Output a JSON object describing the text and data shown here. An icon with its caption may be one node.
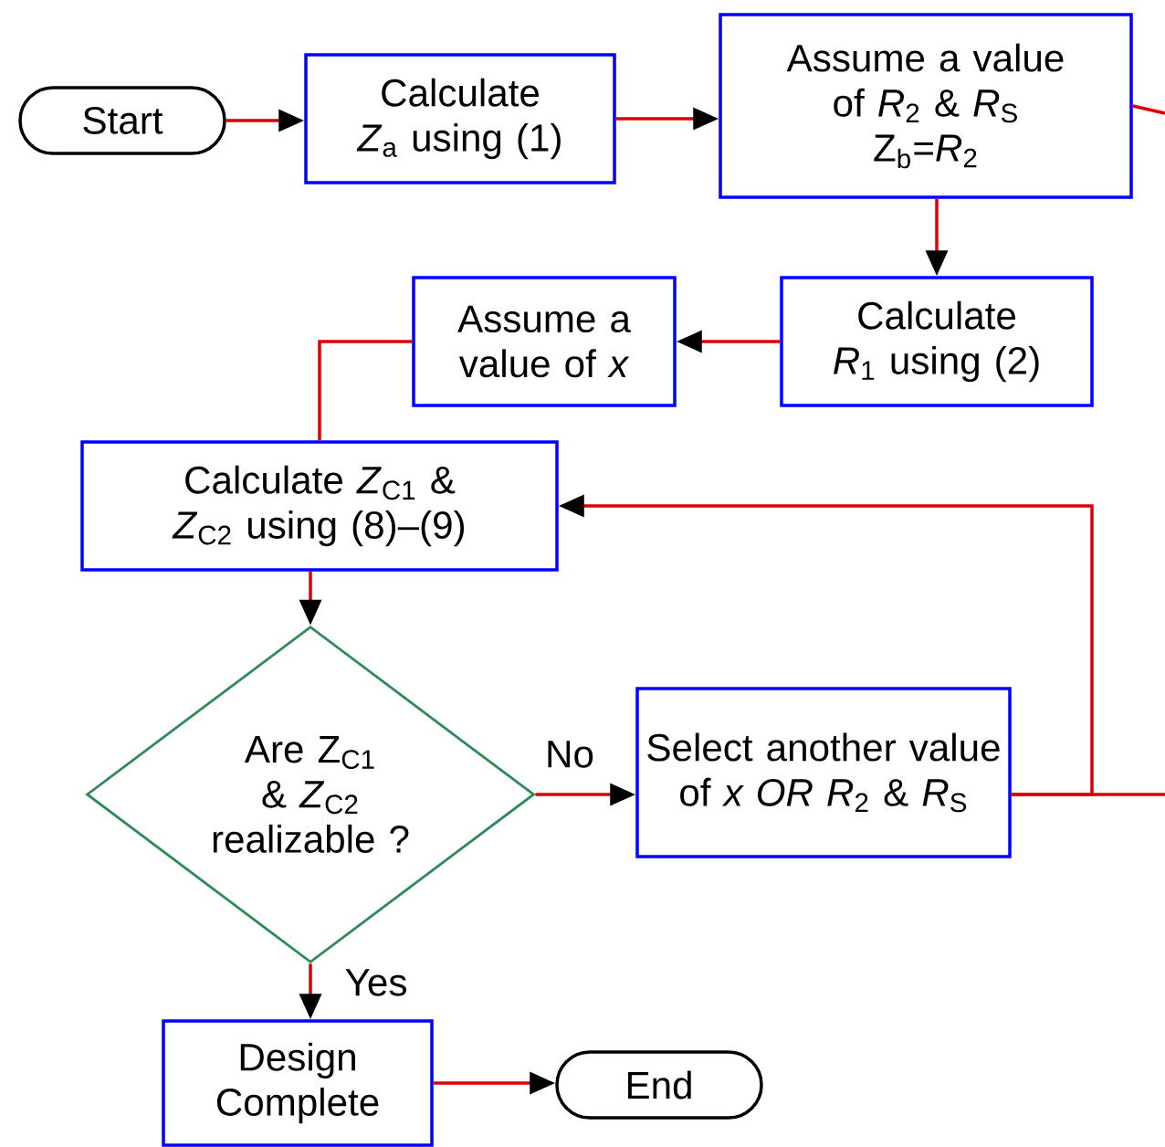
{
  "diagram": {
    "nodes": [
      {
        "text": [
          "Start"
        ]
      },
      {
        "text": [
          "Calculate *Z*$_{a}$ using (1)"
        ]
      },
      {
        "text": [
          "Assume a value of *R*$_{2}$ & *R*$_{S}$",
          "Z$_{b}$=*R*$_{2}$"
        ]
      },
      {
        "text": [
          "Calculate *R*$_{1}$ using (2)"
        ]
      },
      {
        "text": [
          "Assume a value of *x*"
        ]
      },
      {
        "text": [
          "Calculate *Z*$_{C1}$ & *Z*$_{C2}$ using (8)–(9)"
        ]
      },
      {
        "text": [
          "Are Z$_{C1}$ & *Z*$_{C2}$ realizable ?"
        ]
      },
      {
        "text": [
          "Select another value of *x OR R*$_{2}$ & *R*$_{S}$"
        ]
      },
      {
        "text": [
          "Design Complete"
        ]
      },
      {
        "text": [
          "End"
        ]
      }
    ],
    "edges": [
      {
        "from": 0,
        "to": 1,
        "arrow": "to"
      },
      {
        "from": 1,
        "to": 2,
        "arrow": "to"
      },
      {
        "from": 2,
        "to": 3,
        "arrow": "to"
      },
      {
        "from": 3,
        "to": 4,
        "arrow": "to"
      },
      {
        "from": 4,
        "to": 5,
        "arrow": "none"
      },
      {
        "from": 5,
        "to": 6,
        "arrow": "to"
      },
      {
        "from": 6,
        "to": 7,
        "arrow": "to",
        "label": "No"
      },
      {
        "from": 7,
        "to": 5,
        "arrow": "to"
      },
      {
        "from": 6,
        "to": 8,
        "arrow": "to",
        "label": "Yes"
      },
      {
        "from": 8,
        "to": 9,
        "arrow": "to"
      },
      {
        "from": 2,
        "to": null,
        "arrow": "none"
      },
      {
        "from": 7,
        "to": null,
        "arrow": "none"
      }
    ]
  }
}
